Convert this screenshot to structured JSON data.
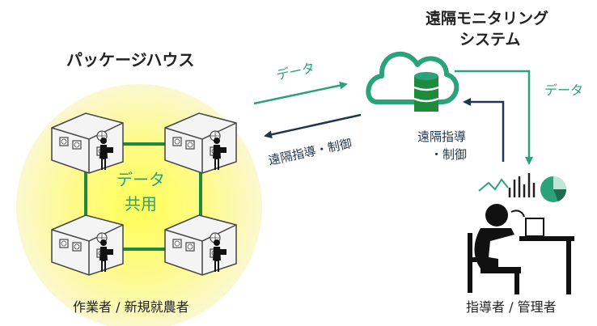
{
  "labels": {
    "package_house": "パッケージハウス",
    "remote_system_line1": "遠隔モニタリング",
    "remote_system_line2": "システム",
    "data_left": "データ",
    "data_right": "データ",
    "remote_guidance_left": "遠隔指導・制御",
    "remote_guidance_right_line1": "遠隔指導",
    "remote_guidance_right_line2": "・制御",
    "data_shared_line1": "データ",
    "data_shared_line2": "共用",
    "workers": "作業者 / 新規就農者",
    "managers": "指導者 / 管理者"
  },
  "colors": {
    "glow_center": "#ffff66",
    "glow_edge": "#fbf8c9",
    "network_green": "#1e8a3c",
    "teal": "#2aa37a",
    "navy": "#1f3550",
    "house_fill": "#f4f4f4",
    "house_stroke": "#444444"
  },
  "icons": [
    "greenhouse-icon",
    "worker-icon",
    "cloud-icon",
    "database-icon",
    "person-at-desk-icon",
    "bar-chart-icon",
    "pie-chart-icon"
  ]
}
